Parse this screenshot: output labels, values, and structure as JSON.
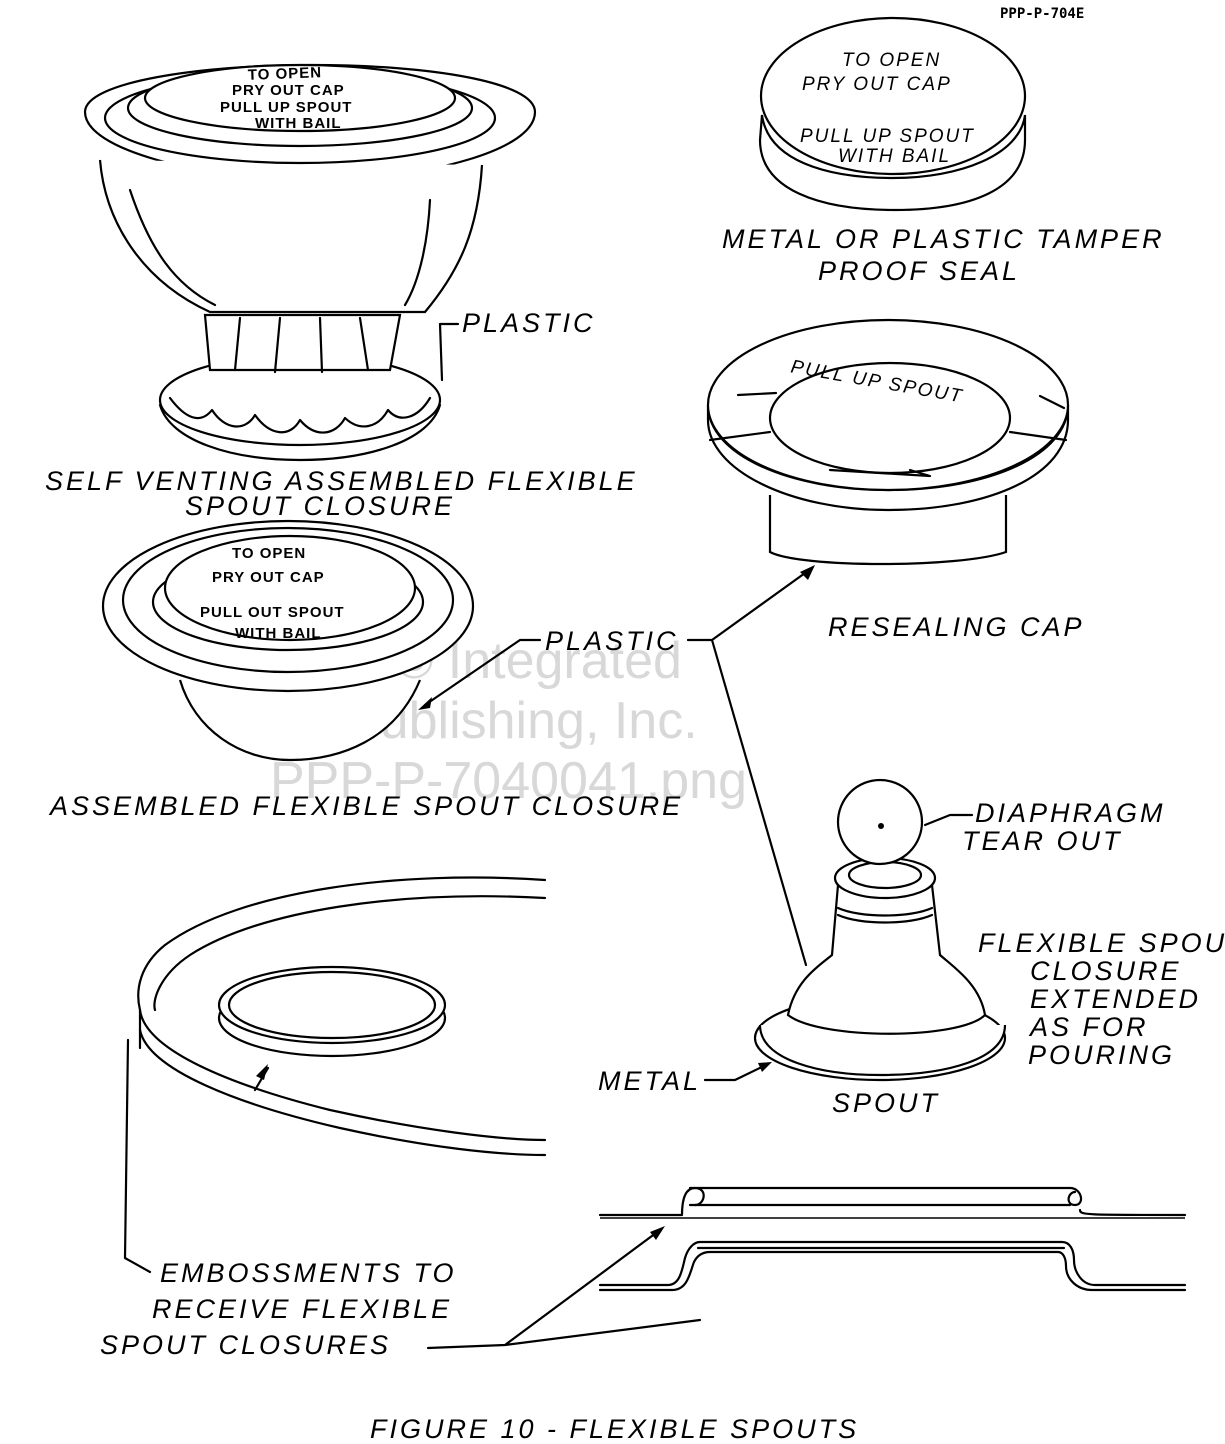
{
  "document_id": "PPP-P-704E",
  "watermark": {
    "line1": "© Integrated",
    "line2": "Publishing, Inc.",
    "line3": "PPP-P-7040041.png"
  },
  "labels": {
    "plastic_1": "PLASTIC",
    "self_venting_1": "SELF VENTING ASSEMBLED FLEXIBLE",
    "self_venting_2": "SPOUT CLOSURE",
    "plastic_2": "PLASTIC",
    "assembled": "ASSEMBLED FLEXIBLE SPOUT CLOSURE",
    "tamper_1": "METAL OR PLASTIC TAMPER",
    "tamper_2": "PROOF SEAL",
    "resealing": "RESEALING CAP",
    "diaphragm_1": "DIAPHRAGM",
    "diaphragm_2": "TEAR OUT",
    "flex_1": "FLEXIBLE SPOUT",
    "flex_2": "CLOSURE",
    "flex_3": "EXTENDED",
    "flex_4": "AS FOR",
    "flex_5": "POURING",
    "metal": "METAL",
    "spout": "SPOUT",
    "emboss_1": "EMBOSSMENTS TO",
    "emboss_2": "RECEIVE FLEXIBLE",
    "emboss_3": "SPOUT CLOSURES",
    "figure_caption": "FIGURE 10 - FLEXIBLE SPOUTS"
  },
  "cap_text": {
    "top_left": [
      "TO OPEN",
      "PRY OUT CAP",
      "PULL UP SPOUT",
      "WITH BAIL"
    ],
    "mid_left": [
      "TO OPEN",
      "PRY OUT CAP",
      "PULL OUT SPOUT",
      "WITH BAIL"
    ],
    "tamper_seal": [
      "TO OPEN",
      "PRY OUT CAP",
      "PULL UP SPOUT",
      "WITH BAIL"
    ],
    "resealing_ring": "PULL UP SPOUT"
  }
}
